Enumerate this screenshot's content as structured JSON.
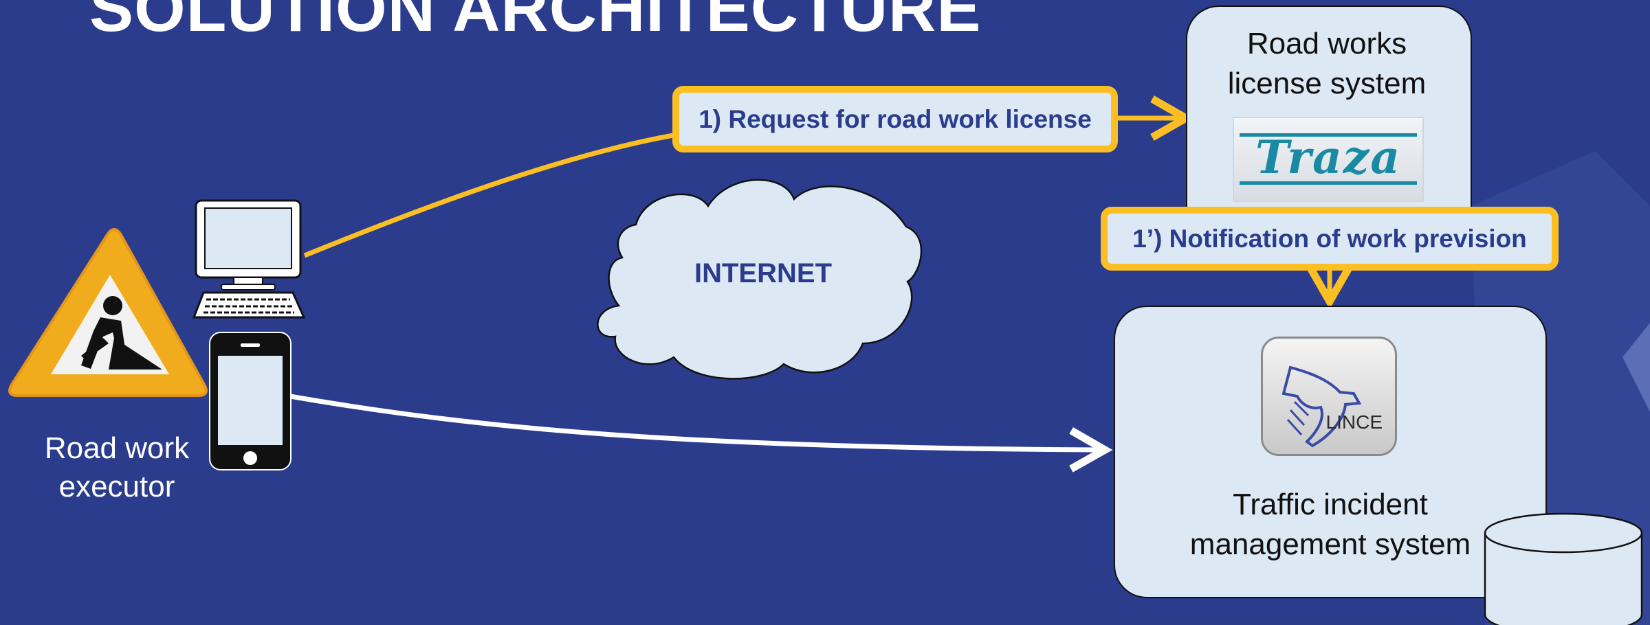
{
  "slide": {
    "title": "SOLUTION ARCHITECTURE"
  },
  "actors": {
    "executor_label": "Road work executor"
  },
  "cloud": {
    "label": "INTERNET"
  },
  "systems": {
    "license_system": {
      "label": "Road works license system",
      "logo_text": "Traza"
    },
    "incident_system": {
      "label": "Traffic incident management system",
      "logo_text": "LINCE"
    }
  },
  "flows": {
    "request_label": "1) Request for road work license",
    "notification_label": "1’) Notification of work prevision"
  },
  "colors": {
    "background": "#2b3c8d",
    "box_fill": "#dce9f5",
    "accent": "#fbbf24",
    "tag_text": "#2b3c8d"
  },
  "icons": [
    "warning-sign-icon",
    "desktop-computer-icon",
    "smartphone-icon",
    "database-icon"
  ]
}
